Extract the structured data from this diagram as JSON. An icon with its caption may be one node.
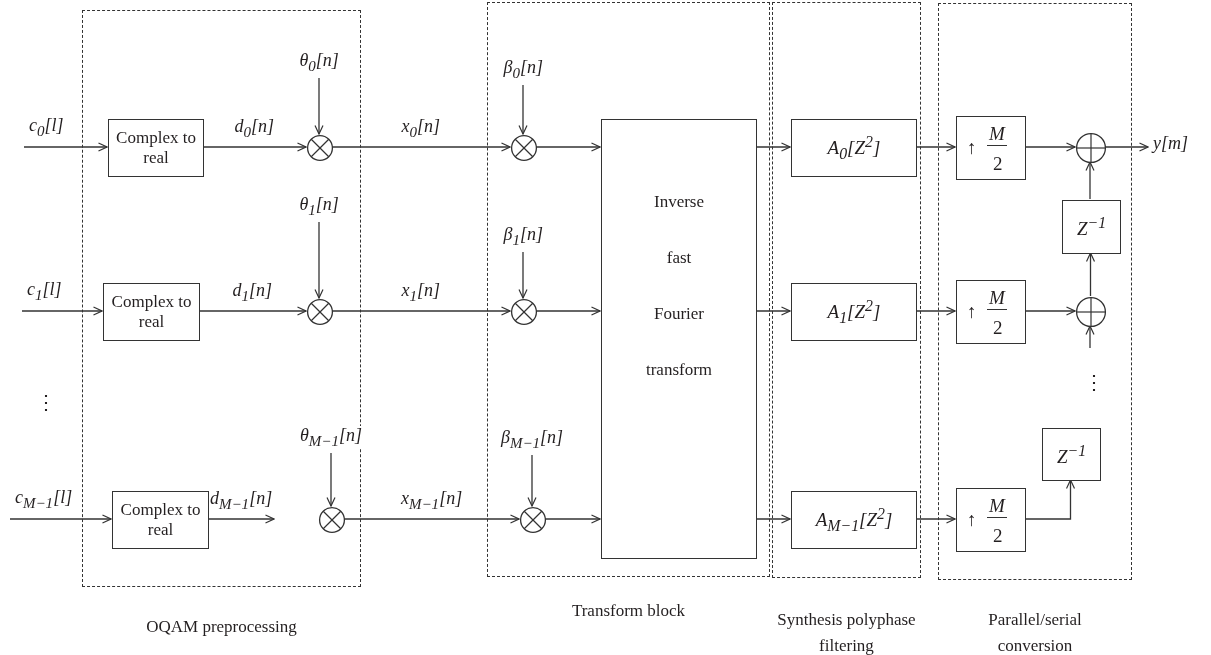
{
  "diagram": {
    "nodes": [
      {
        "text": [
          "OQAM preprocessing"
        ]
      },
      {
        "text": [
          "Transform block"
        ]
      },
      {
        "text": [
          "Synthesis polyphase filtering"
        ]
      },
      {
        "text": [
          "Parallel/serial conversion"
        ]
      },
      {
        "text": [
          "Complex to real"
        ],
        "in": 0
      },
      {
        "text": [],
        "shape": "circle",
        "in": 0
      },
      {
        "text": [
          "Complex to real"
        ],
        "in": 0
      },
      {
        "text": [],
        "shape": "circle",
        "in": 0
      },
      {
        "text": [
          "Complex to real"
        ],
        "in": 0
      },
      {
        "text": [],
        "shape": "circle",
        "in": 0
      },
      {
        "text": [],
        "shape": "circle",
        "in": 1
      },
      {
        "text": [],
        "shape": "circle",
        "in": 1
      },
      {
        "text": [],
        "shape": "circle",
        "in": 1
      },
      {
        "text": [
          "Inverse fast Fourier transform"
        ],
        "in": 1
      },
      {
        "text": [
          "A$_{0}$[Z$^{2}$]"
        ],
        "in": 2
      },
      {
        "text": [
          "A$_{1}$[Z$^{2}$]"
        ],
        "in": 2
      },
      {
        "text": [
          "A$_{M−1}$[Z$^{2}$]"
        ],
        "in": 2
      },
      {
        "text": [
          "↑",
          "M",
          "2"
        ],
        "in": 3
      },
      {
        "text": [],
        "shape": "circle",
        "in": 3
      },
      {
        "text": [
          "Z$^{−1}$"
        ],
        "in": 3
      },
      {
        "text": [
          "↑",
          "M",
          "2"
        ],
        "in": 3
      },
      {
        "text": [],
        "shape": "circle",
        "in": 3
      },
      {
        "text": [
          "Z$^{−1}$"
        ],
        "in": 3
      },
      {
        "text": [
          "↑",
          "M",
          "2"
        ],
        "in": 3
      }
    ],
    "edges": [
      {
        "from": null,
        "to": 4,
        "arrow": "to",
        "label": "c$_{0}$[l]"
      },
      {
        "from": 4,
        "to": 5,
        "arrow": "to",
        "label": "d$_{0}$[n]"
      },
      {
        "from": null,
        "to": 5,
        "arrow": "to",
        "label": "θ$_{0}$[n]"
      },
      {
        "from": 5,
        "to": 10,
        "arrow": "to",
        "label": "x$_{0}$[n]"
      },
      {
        "from": null,
        "to": 10,
        "arrow": "to",
        "label": "β$_{0}$[n]"
      },
      {
        "from": 10,
        "to": 13,
        "arrow": "to"
      },
      {
        "from": null,
        "to": 6,
        "arrow": "to",
        "label": "c$_{1}$[l]"
      },
      {
        "from": 6,
        "to": 7,
        "arrow": "to",
        "label": "d$_{1}$[n]"
      },
      {
        "from": null,
        "to": 7,
        "arrow": "to",
        "label": "θ$_{1}$[n]"
      },
      {
        "from": 7,
        "to": 11,
        "arrow": "to",
        "label": "x$_{1}$[n]"
      },
      {
        "from": null,
        "to": 11,
        "arrow": "to",
        "label": "β$_{1}$[n]"
      },
      {
        "from": 11,
        "to": 13,
        "arrow": "to"
      },
      {
        "from": null,
        "to": 8,
        "arrow": "to",
        "label": "c$_{M−1}$[l]"
      },
      {
        "from": 8,
        "to": 9,
        "arrow": "to",
        "label": "d$_{M−1}$[n]"
      },
      {
        "from": null,
        "to": 9,
        "arrow": "to",
        "label": "θ$_{M−1}$[n]"
      },
      {
        "from": 9,
        "to": 12,
        "arrow": "to",
        "label": "x$_{M−1}$[n]"
      },
      {
        "from": null,
        "to": 12,
        "arrow": "to",
        "label": "β$_{M−1}$[n]"
      },
      {
        "from": 12,
        "to": 13,
        "arrow": "to"
      },
      {
        "from": 13,
        "to": 14,
        "arrow": "to"
      },
      {
        "from": 13,
        "to": 15,
        "arrow": "to"
      },
      {
        "from": 13,
        "to": 16,
        "arrow": "to"
      },
      {
        "from": 14,
        "to": 17,
        "arrow": "to"
      },
      {
        "from": 15,
        "to": 20,
        "arrow": "to"
      },
      {
        "from": 16,
        "to": 23,
        "arrow": "to"
      },
      {
        "from": 17,
        "to": 18,
        "arrow": "to"
      },
      {
        "from": 20,
        "to": 21,
        "arrow": "to"
      },
      {
        "from": 23,
        "to": 22,
        "arrow": "to"
      },
      {
        "from": 21,
        "to": 19,
        "arrow": "to"
      },
      {
        "from": 19,
        "to": 18,
        "arrow": "to"
      },
      {
        "from": null,
        "to": 21,
        "arrow": "to"
      },
      {
        "from": 18,
        "to": null,
        "arrow": "to",
        "label": "y[m]"
      }
    ],
    "labels": [
      "⋮",
      "⋮"
    ]
  }
}
